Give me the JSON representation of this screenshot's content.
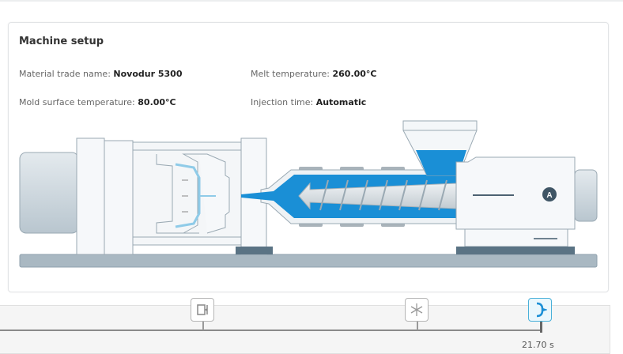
{
  "card": {
    "title": "Machine setup",
    "fields": [
      {
        "label": "Material trade name:",
        "value": "Novodur 5300"
      },
      {
        "label": "Melt temperature:",
        "value": "260.00°C"
      },
      {
        "label": "Mold surface temperature:",
        "value": "80.00°C"
      },
      {
        "label": "Injection time:",
        "value": "Automatic"
      }
    ]
  },
  "colors": {
    "accent": "#1a8fd6",
    "machine_light": "#eef2f5",
    "machine_dark": "#5a7384",
    "base": "#a9b8c2"
  },
  "timeline": {
    "markers": [
      {
        "icon": "mold-clamp-icon",
        "active": false
      },
      {
        "icon": "cooling-snowflake-icon",
        "active": false
      },
      {
        "icon": "eject-icon",
        "active": true
      }
    ],
    "end_value": "21.70 s"
  }
}
